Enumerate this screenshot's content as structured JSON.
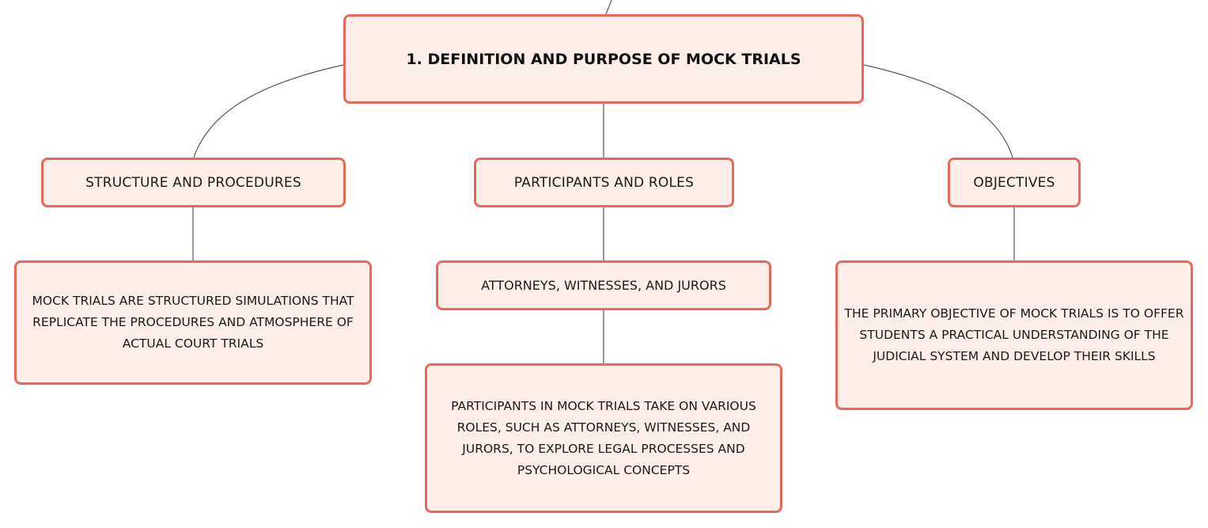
{
  "root": {
    "label": "1. DEFINITION AND PURPOSE OF MOCK TRIALS"
  },
  "branches": {
    "structure": {
      "label": "STRUCTURE AND PROCEDURES",
      "detail": "MOCK TRIALS ARE STRUCTURED SIMULATIONS THAT REPLICATE THE PROCEDURES AND ATMOSPHERE OF ACTUAL COURT TRIALS"
    },
    "participants": {
      "label": "PARTICIPANTS AND ROLES",
      "sub_label": "ATTORNEYS, WITNESSES, AND JURORS",
      "detail": "PARTICIPANTS IN MOCK TRIALS TAKE ON VARIOUS ROLES, SUCH AS ATTORNEYS, WITNESSES, AND JURORS, TO EXPLORE LEGAL PROCESSES AND PSYCHOLOGICAL CONCEPTS"
    },
    "objectives": {
      "label": "OBJECTIVES",
      "detail": "THE PRIMARY OBJECTIVE OF MOCK TRIALS IS TO OFFER STUDENTS A PRACTICAL UNDERSTANDING OF THE JUDICIAL SYSTEM AND DEVELOP THEIR SKILLS"
    }
  },
  "colors": {
    "node_fill": "#fdeeea",
    "node_border": "#e8695a",
    "connector": "#555555",
    "text": "#1a1a1a"
  }
}
